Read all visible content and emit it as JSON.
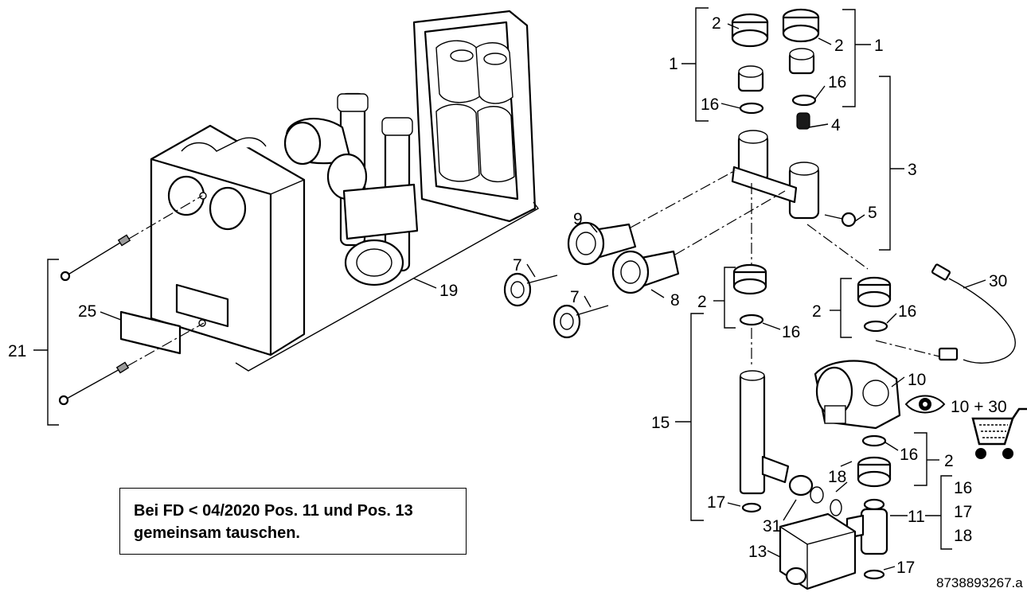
{
  "callouts": {
    "c1_left": "1",
    "c2_top_left": "2",
    "c2_top_right": "2",
    "c1_right": "1",
    "c16_top_left": "16",
    "c16_top_right": "16",
    "c4": "4",
    "c3": "3",
    "c5": "5",
    "c9": "9",
    "c7_upper": "7",
    "c7_lower": "7",
    "c8": "8",
    "c19": "19",
    "c2_mid_left": "2",
    "c16_mid_left": "16",
    "c2_mid_right": "2",
    "c16_mid_right": "16",
    "c30": "30",
    "c10": "10",
    "c10_30": "10 + 30",
    "c15": "15",
    "c16_lower": "16",
    "c2_lower": "2",
    "c18": "18",
    "c17_left": "17",
    "c31": "31",
    "c11": "11",
    "c16_list": "16",
    "c17_list": "17",
    "c18_list": "18",
    "c13": "13",
    "c17_bottom": "17",
    "c21": "21",
    "c25": "25"
  },
  "note": {
    "line1": "Bei FD < 04/2020 Pos. 11 und Pos. 13",
    "line2": "gemeinsam tauschen."
  },
  "drawing_id": "8738893267.a"
}
